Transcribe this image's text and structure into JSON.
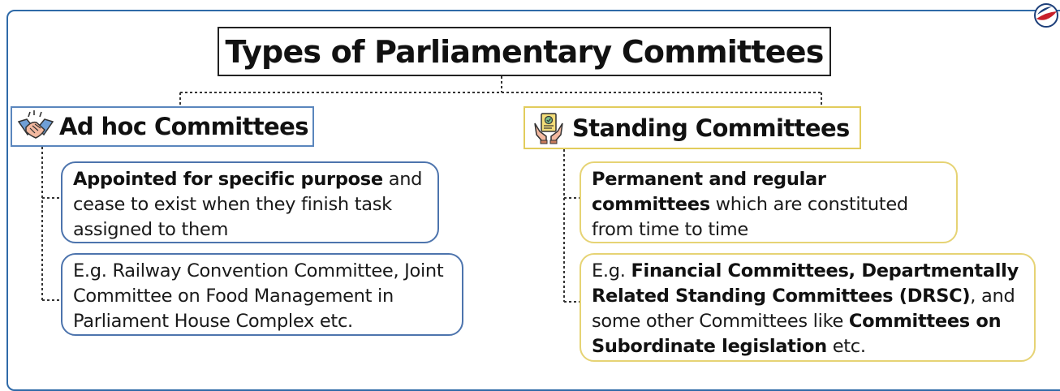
{
  "title": "Types of Parliamentary Committees",
  "categories": [
    {
      "name": "Ad hoc Committees",
      "icon": "handshake-icon",
      "cards": [
        {
          "segments": [
            {
              "text": "Appointed for specific purpose",
              "bold": true
            },
            {
              "text": " and cease to exist when they finish task assigned to them",
              "bold": false
            }
          ]
        },
        {
          "segments": [
            {
              "text": "E.g. Railway Convention Committee, Joint Committee on Food Management in Parliament House Complex etc.",
              "bold": false
            }
          ]
        }
      ]
    },
    {
      "name": "Standing Committees",
      "icon": "hands-holding-document-icon",
      "cards": [
        {
          "segments": [
            {
              "text": "Permanent and regular committees",
              "bold": true
            },
            {
              "text": " which are constituted from time to time",
              "bold": false
            }
          ]
        },
        {
          "segments": [
            {
              "text": "E.g. ",
              "bold": false
            },
            {
              "text": "Financial Committees, Departmentally Related Standing Committees (DRSC)",
              "bold": true
            },
            {
              "text": ", and some other Committees like ",
              "bold": false
            },
            {
              "text": "Committees on Subordinate legislation",
              "bold": true
            },
            {
              "text": " etc.",
              "bold": false
            }
          ]
        }
      ]
    }
  ],
  "colors": {
    "frame": "#2f6aa8",
    "adhoc_border": "#4d74ad",
    "standing_border": "#e6d374",
    "connector": "#333333"
  }
}
